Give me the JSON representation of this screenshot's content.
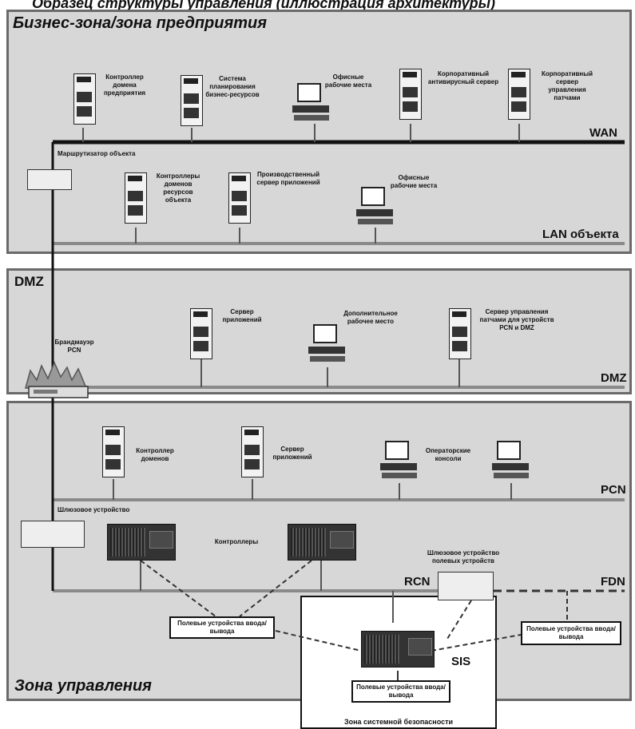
{
  "header": {
    "title": "Образец структуры управления (иллюстрация архитектуры)"
  },
  "zones": {
    "business": {
      "title": "Бизнес-зона/зона предприятия"
    },
    "dmz": {
      "title": "DMZ"
    },
    "control": {
      "title": "Зона управления"
    },
    "sis": {
      "title": "Зона системной безопасности"
    }
  },
  "networks": {
    "wan": "WAN",
    "lan": "LAN объекта",
    "dmz": "DMZ",
    "pcn": "PCN",
    "rcn": "RCN",
    "fdn": "FDN",
    "sis": "SIS"
  },
  "devices": {
    "domain_controller_enterprise": "Контроллер домена предприятия",
    "erp_system": "Система планирования бизнес-ресурсов",
    "office_workstations_1": "Офисные рабочие места",
    "antivirus_server": "Корпоративный антивирусный сервер",
    "patch_server": "Корпоративный сервер управления патчами",
    "site_router": "Маршрутизатор объекта",
    "site_domain_controllers": "Контроллеры доменов ресурсов объекта",
    "production_app_server": "Производственный сервер приложений",
    "office_workstations_2": "Офисные рабочие места",
    "dmz_app_server": "Сервер приложений",
    "extra_workstation": "Дополнительное рабочее место",
    "dmz_patch_server": "Сервер управления патчами для устройств PCN и DMZ",
    "pcn_firewall": "Брандмауэр PCN",
    "pcn_domain_controller": "Контроллер доменов",
    "pcn_app_server": "Сервер приложений",
    "operator_consoles": "Операторские консоли",
    "gateway": "Шлюзовое устройство",
    "controllers": "Контроллеры",
    "field_gateway": "Шлюзовое устройство полевых устройств",
    "field_io_1": "Полевые устройства ввода/вывода",
    "field_io_2": "Полевые устройства ввода/вывода",
    "field_io_3": "Полевые устройства ввода/вывода"
  }
}
